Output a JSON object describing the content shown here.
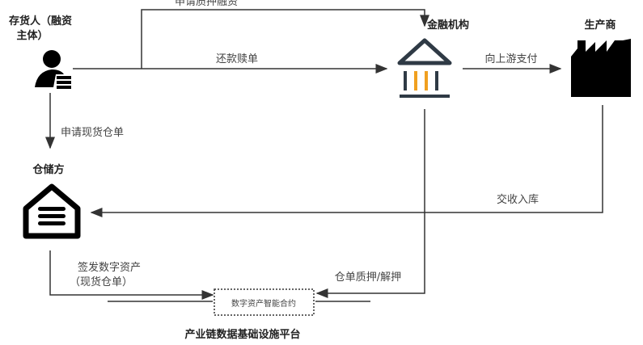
{
  "nodes": {
    "borrower": "存货人（融资主体）",
    "borrower_l1": "存货人（融资",
    "borrower_l2": "主体）",
    "bank": "金融机构",
    "producer": "生产商",
    "warehouse": "仓储方",
    "contract": "数字资产智能合约",
    "platform": "产业链数据基础设施平台"
  },
  "edges": {
    "apply_loan": "申请质押融资",
    "repay": "还款赎单",
    "pay_upstream": "向上游支付",
    "apply_receipt": "申请现货仓单",
    "delivery": "交收入库",
    "issue_l1": "签发数字资产",
    "issue_l2": "（现货仓单）",
    "pledge": "仓单质押/解押"
  },
  "colors": {
    "line": "#333333",
    "accent": "#f0a020",
    "icon": "#2f3a45"
  }
}
